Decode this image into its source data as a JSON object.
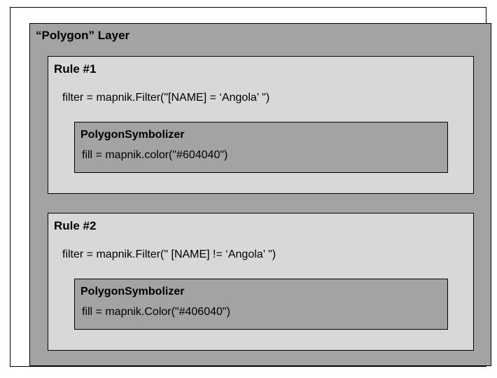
{
  "layer": {
    "title": "“Polygon” Layer"
  },
  "rules": [
    {
      "title": "Rule #1",
      "filter": "filter = mapnik.Filter(\"[NAME] = ‘Angola’ \")",
      "symbolizer": {
        "title": "PolygonSymbolizer",
        "fill": "fill = mapnik.color(\"#604040\")"
      }
    },
    {
      "title": "Rule #2",
      "filter": "filter = mapnik.Filter(\" [NAME] != ‘Angola’ \")",
      "symbolizer": {
        "title": "PolygonSymbolizer",
        "fill": "fill = mapnik.Color(\"#406040\")"
      }
    }
  ],
  "colors": {
    "layer_fill": "#a3a3a6",
    "rule_fill": "#d8d8da",
    "symbolizer_fill": "#a3a3a6",
    "border": "#000000"
  }
}
